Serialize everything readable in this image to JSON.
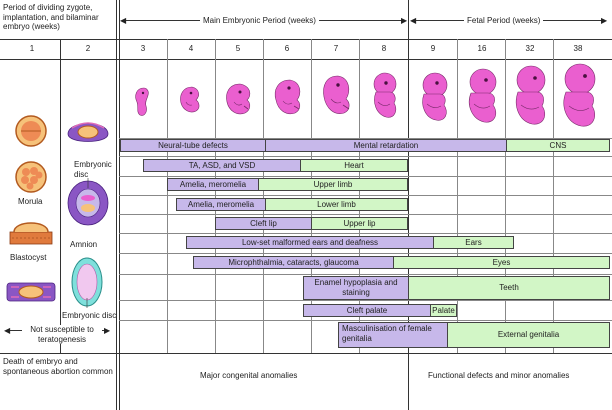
{
  "header": {
    "pre_embryonic_title": "Period of dividing zygote, implantation, and bilaminar embryo (weeks)",
    "embryonic_title": "Main Embryonic Period (weeks)",
    "fetal_title": "Fetal Period (weeks)"
  },
  "weeks": [
    "1",
    "2",
    "3",
    "4",
    "5",
    "6",
    "7",
    "8",
    "9",
    "16",
    "32",
    "38"
  ],
  "early_labels": {
    "embryonic_disc_top": "Embryonic disc",
    "morula": "Morula",
    "amnion": "Amnion",
    "blastocyst": "Blastocyst",
    "embryonic_disc_bottom": "Embryonic disc",
    "not_susceptible": "Not susceptible to teratogenesis"
  },
  "bars": [
    {
      "label": "Neural-tube defects",
      "color": "purple"
    },
    {
      "label": "Mental retardation",
      "color": "purple"
    },
    {
      "label": "CNS",
      "color": "green"
    },
    {
      "label": "TA, ASD, and VSD",
      "color": "purple"
    },
    {
      "label": "Heart",
      "color": "green"
    },
    {
      "label": "Amelia, meromelia",
      "color": "purple"
    },
    {
      "label": "Upper limb",
      "color": "green"
    },
    {
      "label": "Amelia, meromelia",
      "color": "purple"
    },
    {
      "label": "Lower limb",
      "color": "green"
    },
    {
      "label": "Cleft lip",
      "color": "purple"
    },
    {
      "label": "Upper lip",
      "color": "green"
    },
    {
      "label": "Low-set malformed ears and deafness",
      "color": "purple"
    },
    {
      "label": "Ears",
      "color": "green"
    },
    {
      "label": "Microphthalmia, cataracts, glaucoma",
      "color": "purple"
    },
    {
      "label": "Eyes",
      "color": "green"
    },
    {
      "label": "Enamel hypoplasia and staining",
      "color": "purple"
    },
    {
      "label": "Teeth",
      "color": "green"
    },
    {
      "label": "Cleft palate",
      "color": "purple"
    },
    {
      "label": "Palate",
      "color": "green"
    },
    {
      "label": "Masculinisation of female genitalia",
      "color": "purple"
    },
    {
      "label": "External genitalia",
      "color": "green"
    }
  ],
  "footer": {
    "early": "Death of embryo and spontaneous abortion common",
    "embryonic": "Major congenital anomalies",
    "fetal": "Functional defects and minor anomalies"
  },
  "colors": {
    "sensitive_period": "#c7b8ea",
    "less_sensitive_period": "#d2f6c6",
    "embryo_pink": "#ea5fcf"
  }
}
